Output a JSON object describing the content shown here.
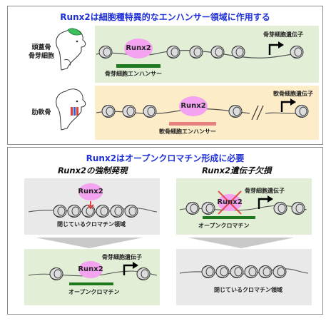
{
  "top_panel": {
    "title": "Runx2は細胞種特異的なエンハンサー領域に作用する",
    "rows": [
      {
        "side_label_line1": "頭蓋骨",
        "side_label_line2": "骨芽細胞",
        "protein": "Runx2",
        "enhancer_label": "骨芽細胞エンハンサー",
        "gene_label": "骨芽細胞遺伝子",
        "bar_color": "#1f7a1f"
      },
      {
        "side_label_line1": "肋軟骨",
        "side_label_line2": "",
        "protein": "Runx2",
        "enhancer_label": "軟骨細胞エンハンサー",
        "gene_label": "軟骨細胞遺伝子",
        "bar_color": "#e88080"
      }
    ]
  },
  "bottom_panel": {
    "title": "Runx2はオープンクロマチン形成に必要",
    "left_heading": "Runx2の強制発現",
    "right_heading": "Runx2遺伝子欠損",
    "left_before": {
      "protein": "Runx2",
      "label": "閉じているクロマチン領域"
    },
    "left_after": {
      "protein": "Runx2",
      "gene_label": "骨芽細胞遺伝子",
      "open_label": "オープンクロマチン"
    },
    "right_before": {
      "protein": "Runx2",
      "gene_label": "骨芽細胞遺伝子",
      "open_label": "オープンクロマチン"
    },
    "right_after": {
      "label": "閉じているクロマチン領域"
    }
  },
  "colors": {
    "title_blue": "#1f2fd6",
    "protein_pink": "#f4a3f0",
    "green_bar": "#1f7a1f",
    "red": "#e03a3a"
  }
}
